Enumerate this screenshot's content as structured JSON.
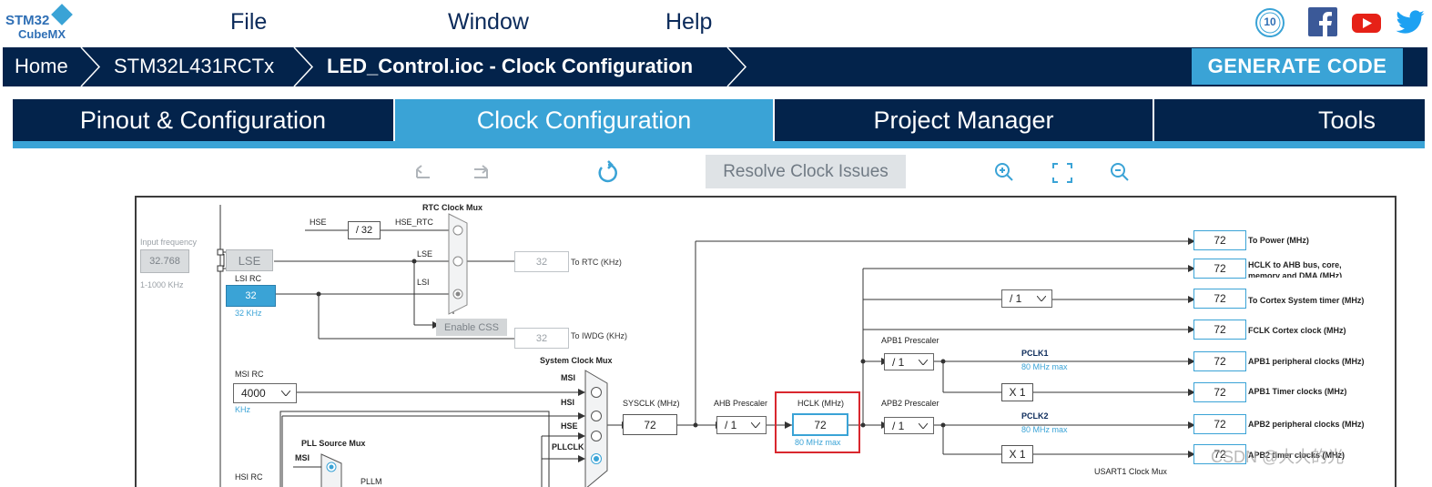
{
  "app": {
    "logo_top": "STM32",
    "logo_bottom": "CubeMX"
  },
  "menu": {
    "file": "File",
    "window": "Window",
    "help": "Help"
  },
  "social": {
    "anniversary_badge": "10",
    "colors": {
      "facebook": "#3b5998",
      "youtube": "#e62117",
      "twitter": "#1da1f2"
    }
  },
  "breadcrumb": {
    "home": "Home",
    "device": "STM32L431RCTx",
    "project": "LED_Control.ioc - Clock Configuration"
  },
  "generate_label": "GENERATE CODE",
  "tabs": {
    "pinout": "Pinout & Configuration",
    "clock": "Clock Configuration",
    "project": "Project Manager",
    "tools": "Tools"
  },
  "toolbar": {
    "resolve_label": "Resolve Clock Issues"
  },
  "colors": {
    "navy": "#03234b",
    "accent": "#3aa3d6",
    "highlight_border": "#d9272e"
  },
  "diagram": {
    "input_frequency_label": "Input frequency",
    "input_frequency_value": "32.768",
    "input_frequency_range": "1-1000 KHz",
    "lse": "LSE",
    "lsi_rc": "LSI RC",
    "lsi_value": "32",
    "lsi_unit": "32 KHz",
    "rtc_mux_label": "RTC Clock Mux",
    "hse_label": "HSE",
    "hse_div": "/ 32",
    "hse_rtc_label": "HSE_RTC",
    "lse_mux_label": "LSE",
    "lsi_mux_label": "LSI",
    "rtc_value": "32",
    "to_rtc": "To RTC (KHz)",
    "enable_css": "Enable CSS",
    "iwdg_value": "32",
    "to_iwdg": "To IWDG (KHz)",
    "msi_rc": "MSI RC",
    "msi_value": "4000",
    "msi_unit": "KHz",
    "sysmux_label": "System Clock Mux",
    "mux_msi": "MSI",
    "mux_hsi": "HSI",
    "mux_hse": "HSE",
    "mux_pllclk": "PLLCLK",
    "pll_source_mux": "PLL Source Mux",
    "pll_msi": "MSI",
    "pllm": "PLLM",
    "hsi_rc": "HSI RC",
    "sysclk_label": "SYSCLK (MHz)",
    "sysclk_value": "72",
    "ahb_prescaler_label": "AHB Prescaler",
    "ahb_value": "/ 1",
    "hclk_label": "HCLK (MHz)",
    "hclk_value": "72",
    "hclk_max": "80 MHz max",
    "apb1_prescaler_label": "APB1 Prescaler",
    "apb1_value": "/ 1",
    "apb2_prescaler_label": "APB2 Prescaler",
    "apb2_value": "/ 1",
    "cortex_div": "/ 1",
    "pclk1_label": "PCLK1",
    "pclk1_max": "80 MHz max",
    "pclk2_label": "PCLK2",
    "pclk2_max": "80 MHz max",
    "x1_a": "X 1",
    "x1_b": "X 1",
    "usart1_mux": "USART1 Clock Mux",
    "outputs": [
      {
        "value": "72",
        "label": "To Power (MHz)"
      },
      {
        "value": "72",
        "label": "HCLK to AHB bus, core, memory and DMA (MHz)"
      },
      {
        "value": "72",
        "label": "To Cortex System timer (MHz)"
      },
      {
        "value": "72",
        "label": "FCLK Cortex clock (MHz)"
      },
      {
        "value": "72",
        "label": "APB1 peripheral clocks (MHz)"
      },
      {
        "value": "72",
        "label": "APB1 Timer clocks (MHz)"
      },
      {
        "value": "72",
        "label": "APB2 peripheral clocks (MHz)"
      },
      {
        "value": "72",
        "label": "APB2 timer clocks (MHz)"
      }
    ]
  },
  "watermark": "CSDN @大大的光"
}
